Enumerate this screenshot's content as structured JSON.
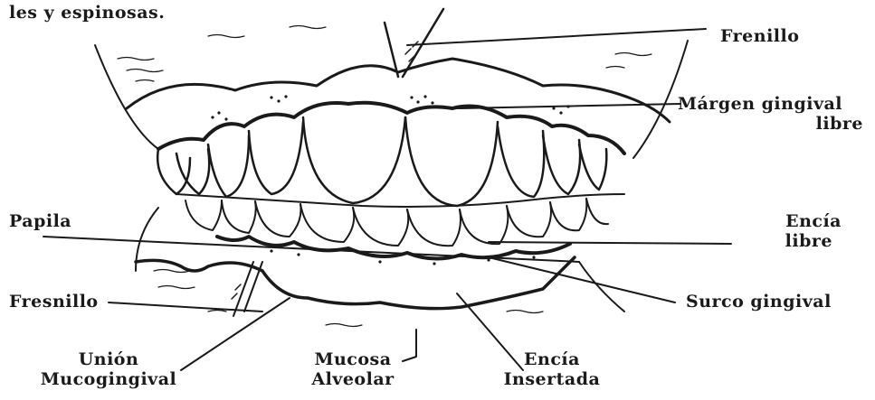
{
  "caption_fragment": "les y espinosas.",
  "labels": {
    "frenillo": "Frenillo",
    "margen_gingival_1": "Márgen gingival",
    "margen_gingival_2": "libre",
    "papila": "Papila",
    "encia_libre_1": "Encía",
    "encia_libre_2": "libre",
    "fresnillo": "Fresnillo",
    "surco_gingival": "Surco gingival",
    "union_1": "Unión",
    "union_2": "Mucogingival",
    "mucosa_1": "Mucosa",
    "mucosa_2": "Alveolar",
    "encia_insertada_1": "Encía",
    "encia_insertada_2": "Insertada"
  },
  "colors": {
    "ink": "#1a1a1a",
    "background": "#ffffff"
  }
}
